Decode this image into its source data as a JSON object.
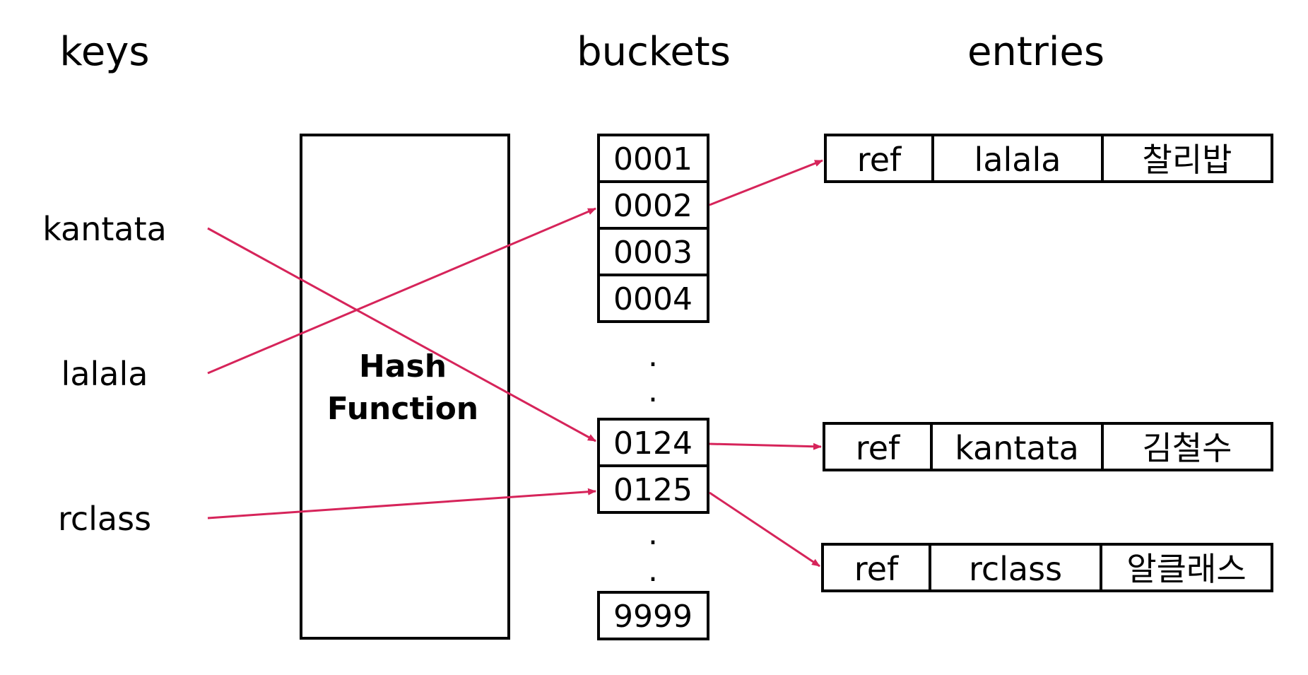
{
  "headings": {
    "keys": "keys",
    "buckets": "buckets",
    "entries": "entries"
  },
  "keys": [
    "kantata",
    "lalala",
    "rclass"
  ],
  "hash_function": {
    "line1": "Hash",
    "line2": "Function"
  },
  "buckets": [
    "0001",
    "0002",
    "0003",
    "0004",
    "0124",
    "0125",
    "9999"
  ],
  "ellipsis": ".",
  "entries": [
    {
      "ref": "ref",
      "key": "lalala",
      "value": "찰리밥"
    },
    {
      "ref": "ref",
      "key": "kantata",
      "value": "김철수"
    },
    {
      "ref": "ref",
      "key": "rclass",
      "value": "알클래스"
    }
  ],
  "colors": {
    "arrow": "#d6245a",
    "stroke": "#000000"
  }
}
